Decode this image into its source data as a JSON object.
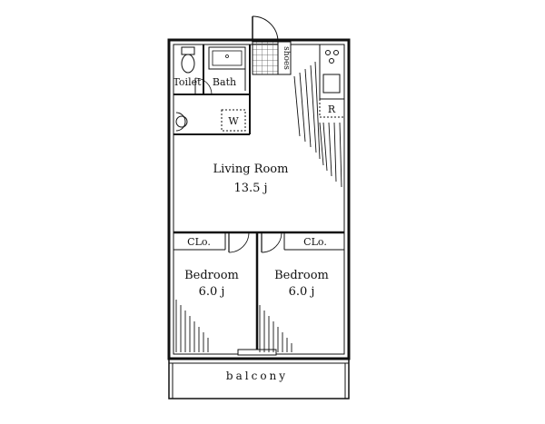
{
  "rooms": {
    "toilet": "Toilet",
    "bath": "Bath",
    "shoes": "shoes",
    "washer": "W",
    "fridge": "R",
    "living": "Living Room",
    "living_size": "13.5 j",
    "closet_left": "CLo.",
    "closet_right": "CLo.",
    "bedroom_left": "Bedroom",
    "bedroom_left_size": "6.0 j",
    "bedroom_right": "Bedroom",
    "bedroom_right_size": "6.0 j",
    "balcony": "balcony"
  }
}
